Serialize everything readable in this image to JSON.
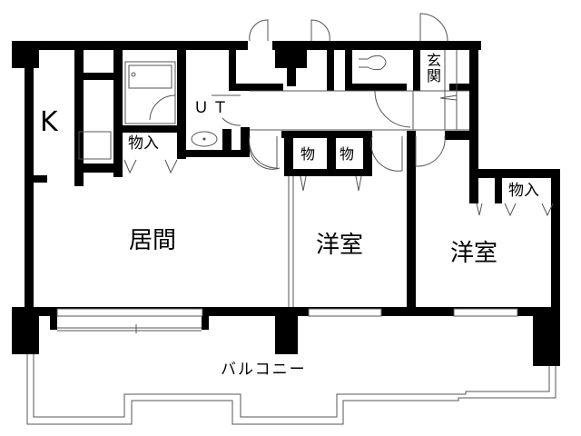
{
  "floor_plan": {
    "title": "",
    "colors": {
      "wall": "#000000",
      "line": "#555555",
      "background": "#ffffff"
    },
    "rooms": {
      "kitchen": "K",
      "living": "居間",
      "western_room_1": "洋室",
      "western_room_2": "洋室",
      "utility_toilet": "ＵＴ",
      "entrance": "玄関",
      "storage_1": "物入",
      "storage_2": "物",
      "storage_3": "物",
      "storage_4": "物入",
      "balcony": "バルコニー"
    }
  }
}
